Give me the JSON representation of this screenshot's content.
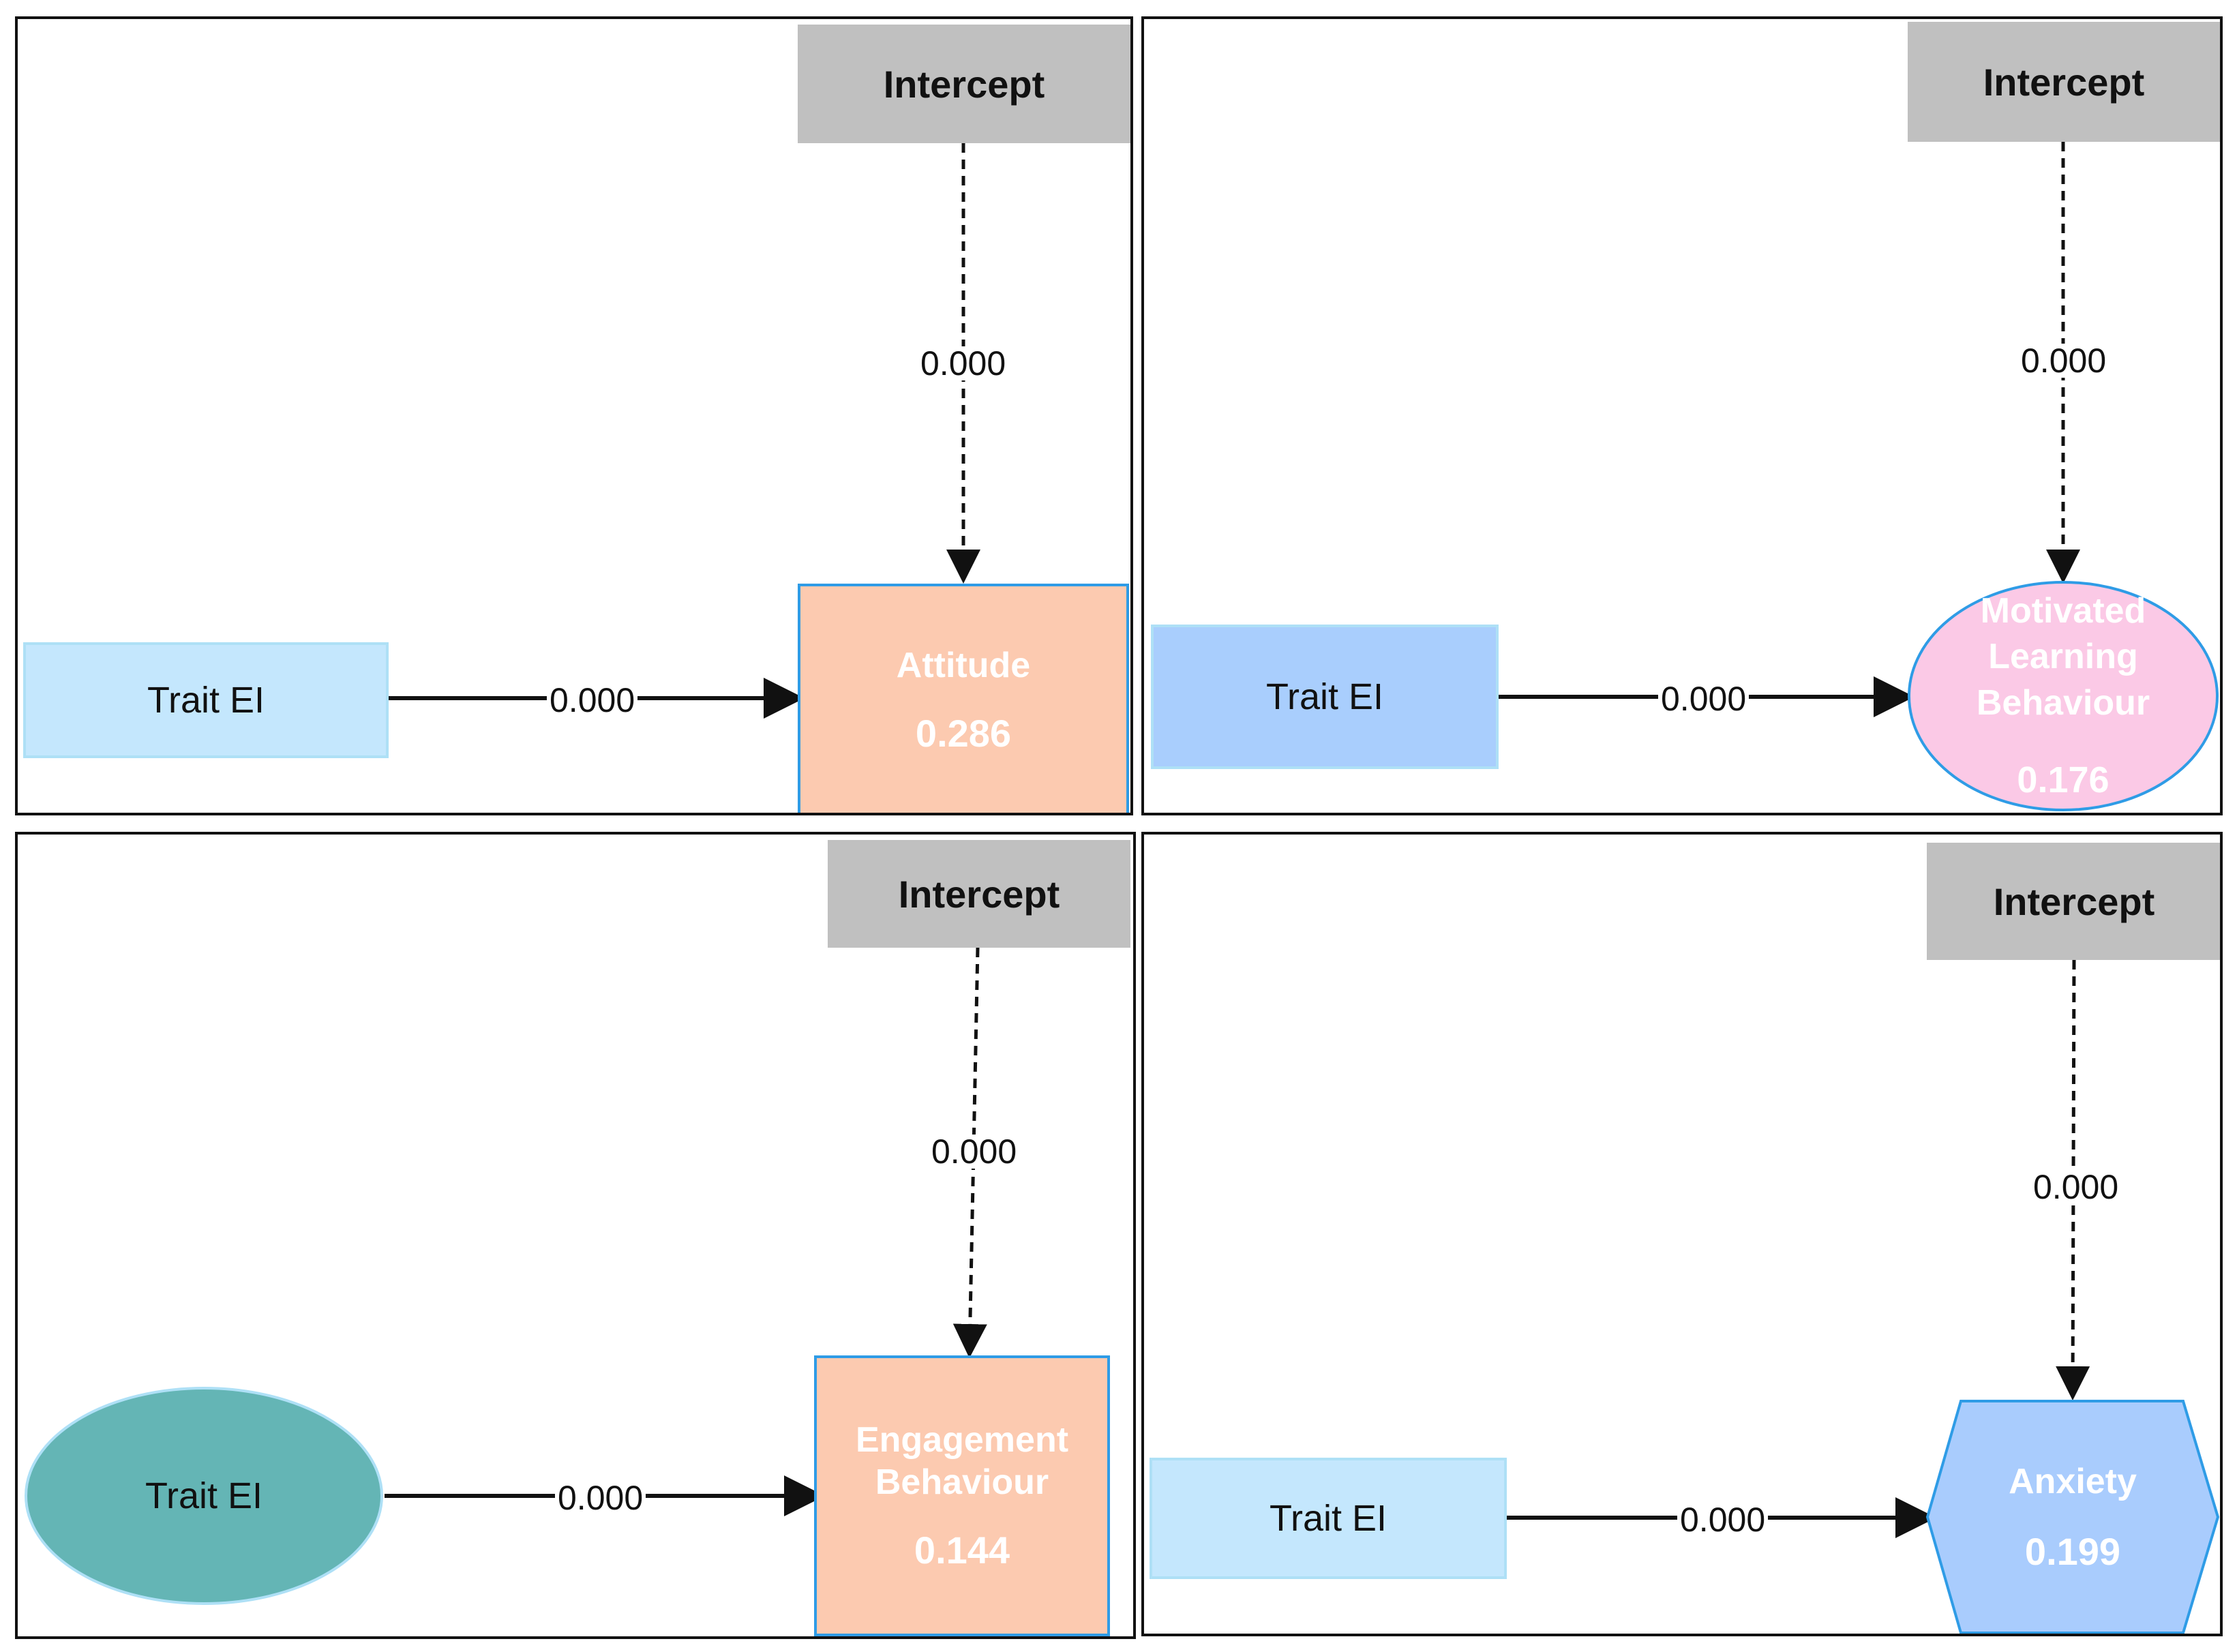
{
  "colors": {
    "intercept_fill": "#c0c0c0",
    "trait_fill_light": "#c4e7fd",
    "trait_fill_blue": "#a9cefd",
    "trait_fill_teal": "#64b5b5",
    "target_peach": "#fccab0",
    "target_pink": "#fbc9e6",
    "target_blue": "#a9ccfd",
    "target_border": "#2f9ce6"
  },
  "panels": [
    {
      "intercept": "Intercept",
      "intercept_path": "0.000",
      "predictor": "Trait EI",
      "predictor_path": "0.000",
      "outcome": {
        "name": "Attitude",
        "r2": "0.286",
        "shape": "rectangle"
      }
    },
    {
      "intercept": "Intercept",
      "intercept_path": "0.000",
      "predictor": "Trait EI",
      "predictor_path": "0.000",
      "outcome": {
        "name_lines": [
          "Motivated",
          "Learning",
          "Behaviour"
        ],
        "r2": "0.176",
        "shape": "ellipse"
      }
    },
    {
      "intercept": "Intercept",
      "intercept_path": "0.000",
      "predictor": "Trait EI",
      "predictor_shape": "ellipse",
      "predictor_path": "0.000",
      "outcome": {
        "name_lines": [
          "Engagement",
          "Behaviour"
        ],
        "r2": "0.144",
        "shape": "rectangle"
      }
    },
    {
      "intercept": "Intercept",
      "intercept_path": "0.000",
      "predictor": "Trait EI",
      "predictor_path": "0.000",
      "outcome": {
        "name": "Anxiety",
        "r2": "0.199",
        "shape": "hexagon"
      }
    }
  ]
}
